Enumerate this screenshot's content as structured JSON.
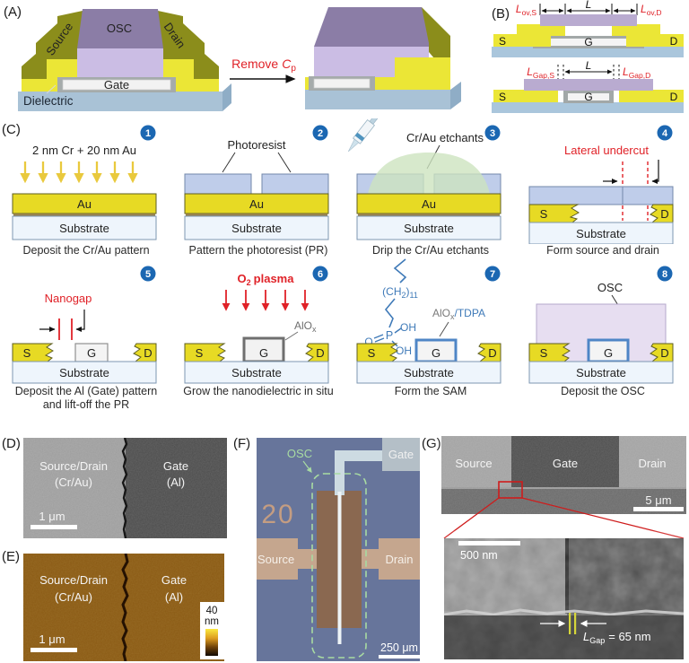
{
  "colors": {
    "accent_red": "#e02228",
    "step_badge_blue": "#1b67b2",
    "gold_metal": "#e7da24",
    "olive": "#8b8d1b",
    "bright_yellow": "#ebe636",
    "osc_purple_top": "#8b7da6",
    "osc_purple_front": "#cbbde4",
    "osc_light": "#e7def1",
    "dielectric_blue": "#a9c2d6",
    "photoresist_blue": "#bfcdea",
    "etchant_green": "#cde4bf",
    "sam_blue": "#4f86c6",
    "afm_brown": "#8a5a14",
    "micrograph_blue": "#67759b"
  },
  "panel_a": {
    "label": "(A)",
    "source": "Source",
    "osc": "OSC",
    "drain": "Drain",
    "gate": "Gate",
    "dielectric": "Dielectric",
    "remove_prefix": "Remove",
    "remove_symbol": "C",
    "remove_sub": "p"
  },
  "panel_b": {
    "label": "(B)",
    "top": {
      "left_base": "L",
      "left_sub": "ov,S",
      "mid": "L",
      "right_base": "L",
      "right_sub": "ov,D",
      "s": "S",
      "g": "G",
      "d": "D"
    },
    "bottom": {
      "left_base": "L",
      "left_sub": "Gap,S",
      "mid": "L",
      "right_base": "L",
      "right_sub": "Gap,D",
      "s": "S",
      "g": "G",
      "d": "D"
    }
  },
  "panel_c": {
    "label": "(C)",
    "steps": [
      {
        "num": "1",
        "annotation": "2 nm Cr + 20 nm Au",
        "au": "Au",
        "substrate": "Substrate",
        "caption": "Deposit the Cr/Au pattern"
      },
      {
        "num": "2",
        "annotation": "Photoresist",
        "au": "Au",
        "substrate": "Substrate",
        "caption": "Pattern the photoresist (PR)"
      },
      {
        "num": "3",
        "annotation": "Cr/Au etchants",
        "au": "Au",
        "substrate": "Substrate",
        "caption": "Drip the Cr/Au etchants"
      },
      {
        "num": "4",
        "annotation": "Lateral undercut",
        "s": "S",
        "d": "D",
        "substrate": "Substrate",
        "caption": "Form source and drain"
      },
      {
        "num": "5",
        "annotation": "Nanogap",
        "s": "S",
        "g": "G",
        "d": "D",
        "substrate": "Substrate",
        "caption": "Deposit the Al (Gate) pattern",
        "caption2": "and lift-off the PR"
      },
      {
        "num": "6",
        "plasma_base": "O",
        "plasma_sub": "2",
        "plasma_rest": "plasma",
        "alox_base": "AlO",
        "alox_sub": "x",
        "s": "S",
        "g": "G",
        "d": "D",
        "substrate": "Substrate",
        "caption": "Grow the nanodielectric in situ"
      },
      {
        "num": "7",
        "chain_open": "(CH",
        "chain_sub": "2",
        "chain_close": ")",
        "chain_count": "11",
        "atom_p": "P",
        "atom_oh_top": "OH",
        "atom_oh_bottom": "OH",
        "atom_o": "O",
        "label_alox": "AlO",
        "label_alox_sub": "x",
        "label_tdpa": "/TDPA",
        "s": "S",
        "g": "G",
        "d": "D",
        "substrate": "Substrate",
        "caption": "Form the SAM"
      },
      {
        "num": "8",
        "annotation": "OSC",
        "s": "S",
        "g": "G",
        "d": "D",
        "substrate": "Substrate",
        "caption": "Deposit the OSC"
      }
    ]
  },
  "panel_d": {
    "label": "(D)",
    "left_line1": "Source/Drain",
    "left_line2": "(Cr/Au)",
    "right_line1": "Gate",
    "right_line2": "(Al)",
    "scale": "1 μm"
  },
  "panel_e": {
    "label": "(E)",
    "left_line1": "Source/Drain",
    "left_line2": "(Cr/Au)",
    "right_line1": "Gate",
    "right_line2": "(Al)",
    "scale": "1 μm",
    "colorbar_value": "40",
    "colorbar_unit": "nm"
  },
  "panel_f": {
    "label": "(F)",
    "osc": "OSC",
    "gate": "Gate",
    "source": "Source",
    "drain": "Drain",
    "marker": "20",
    "scale": "250 μm"
  },
  "panel_g": {
    "label": "(G)",
    "source": "Source",
    "gate": "Gate",
    "drain": "Drain",
    "scale_top": "5 μm",
    "scale_bottom": "500 nm",
    "gap_base": "L",
    "gap_sub": "Gap",
    "gap_value": "= 65 nm"
  }
}
